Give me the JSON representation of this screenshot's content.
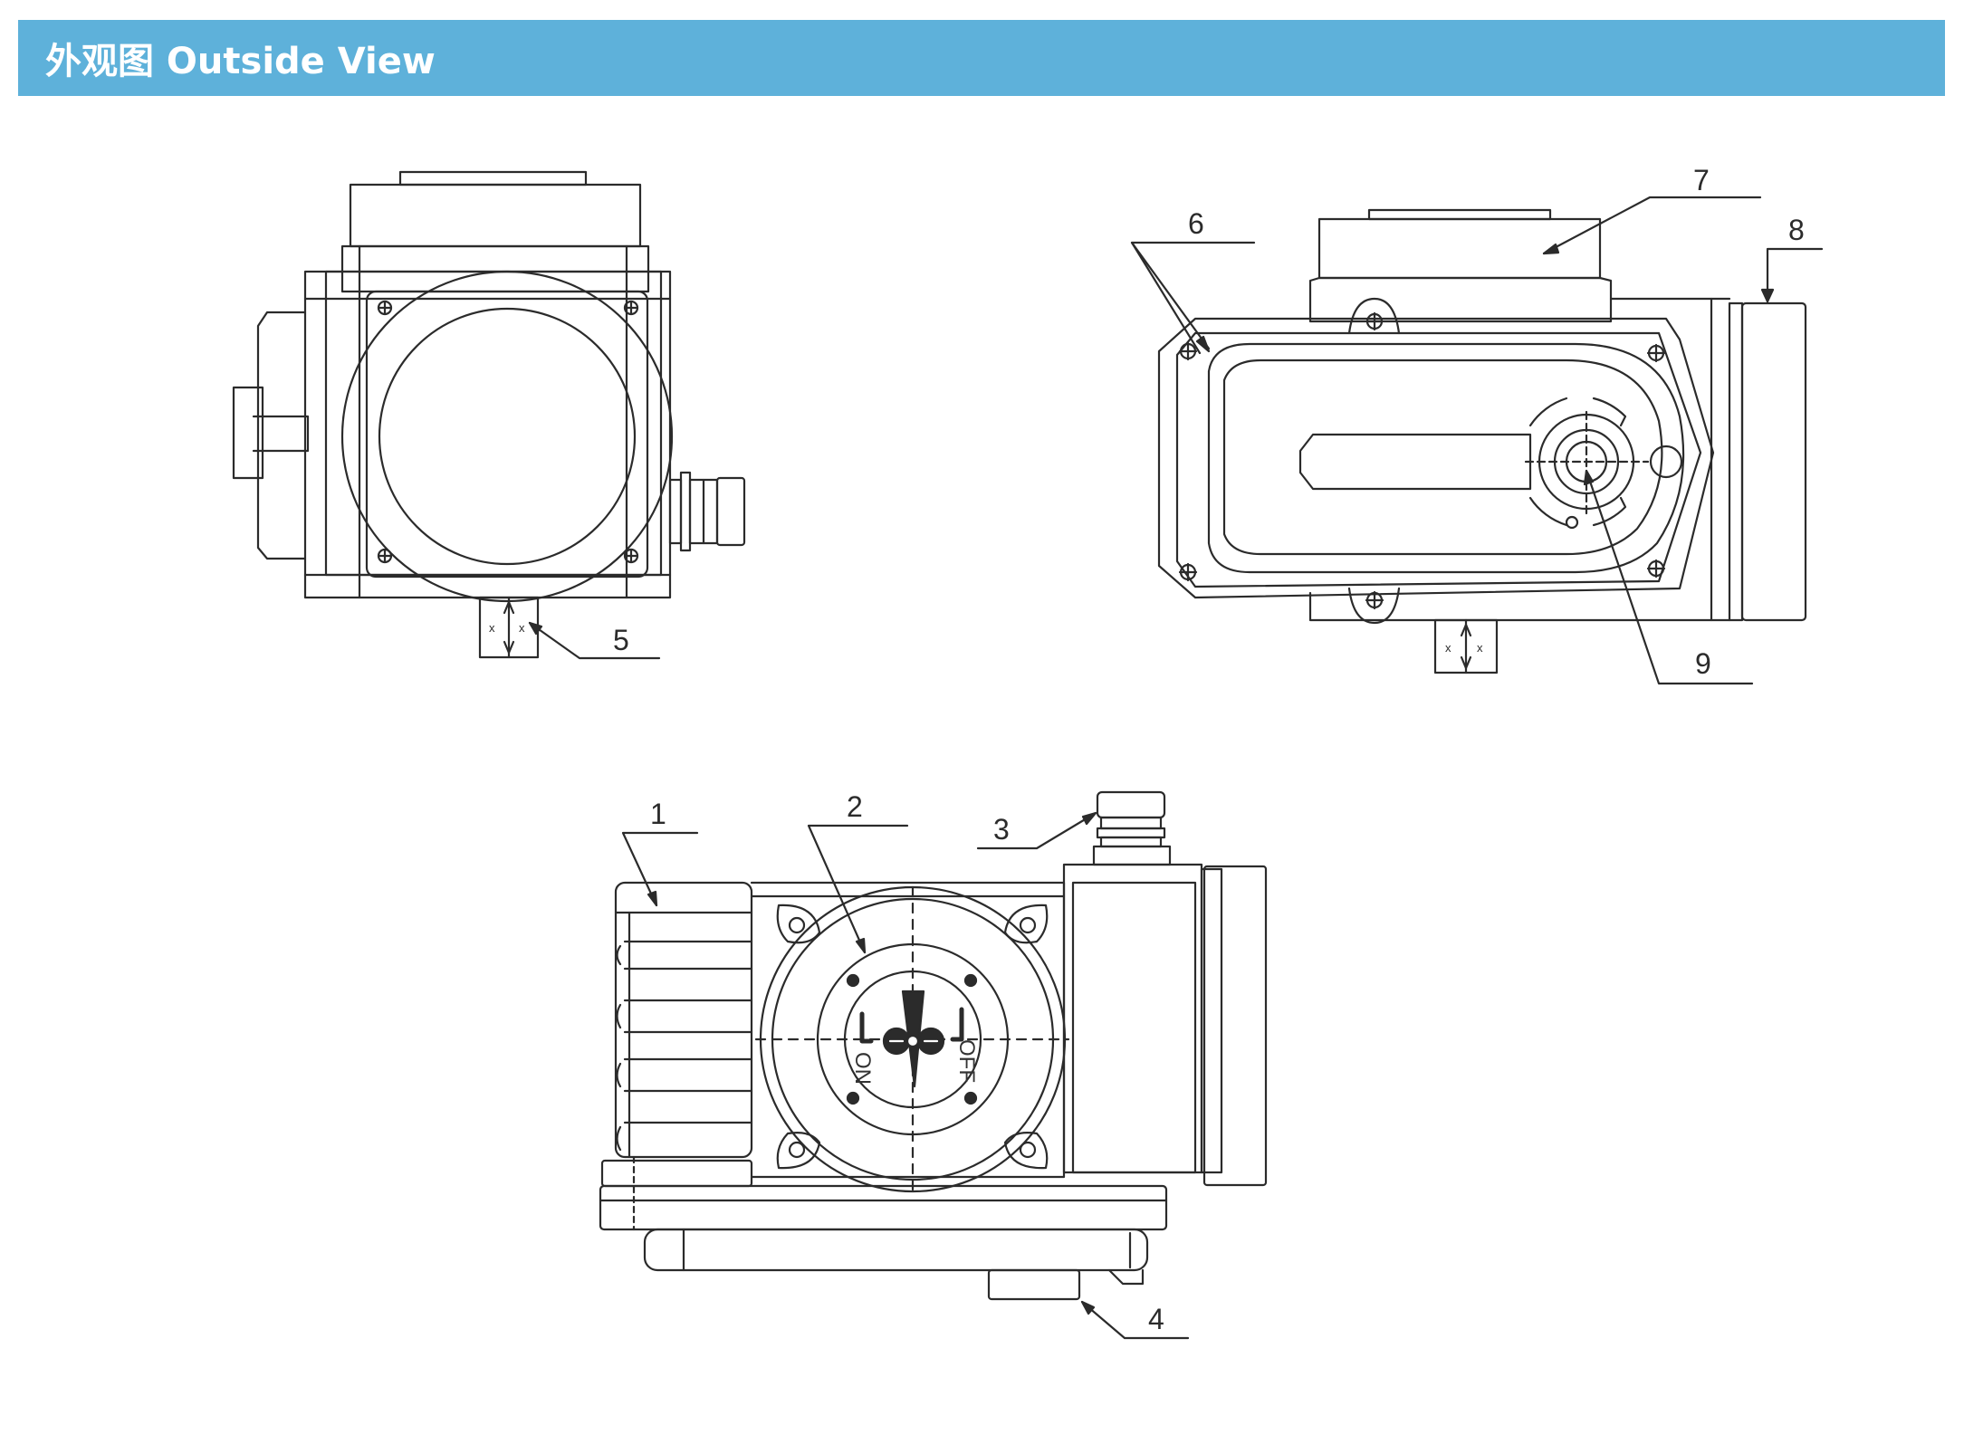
{
  "header": {
    "title": "外观图 Outside View",
    "color": "#5eb1da"
  },
  "callouts": {
    "c1": "1",
    "c2": "2",
    "c3": "3",
    "c4": "4",
    "c5": "5",
    "c6": "6",
    "c7": "7",
    "c8": "8",
    "c9": "9"
  },
  "dial": {
    "on_label": "ON",
    "off_label": "OFF"
  },
  "small_marks": {
    "x": "x"
  }
}
